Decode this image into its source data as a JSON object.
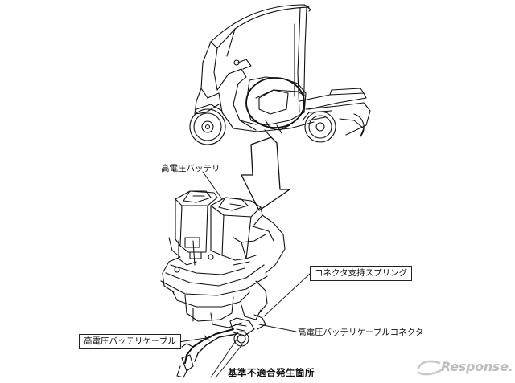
{
  "labels": {
    "high_voltage_battery": "高電圧バッテリ",
    "connector_support_spring": "コネクタ支持スプリング",
    "battery_cable_connector": "高電圧バッテリケーブルコネクタ",
    "battery_cable": "高電圧バッテリケーブル",
    "defect_location": "基準不適合発生箇所"
  },
  "watermark": {
    "text": "Response.",
    "color": "#bdbdbd"
  },
  "colors": {
    "line": "#111111",
    "background": "#ffffff"
  }
}
